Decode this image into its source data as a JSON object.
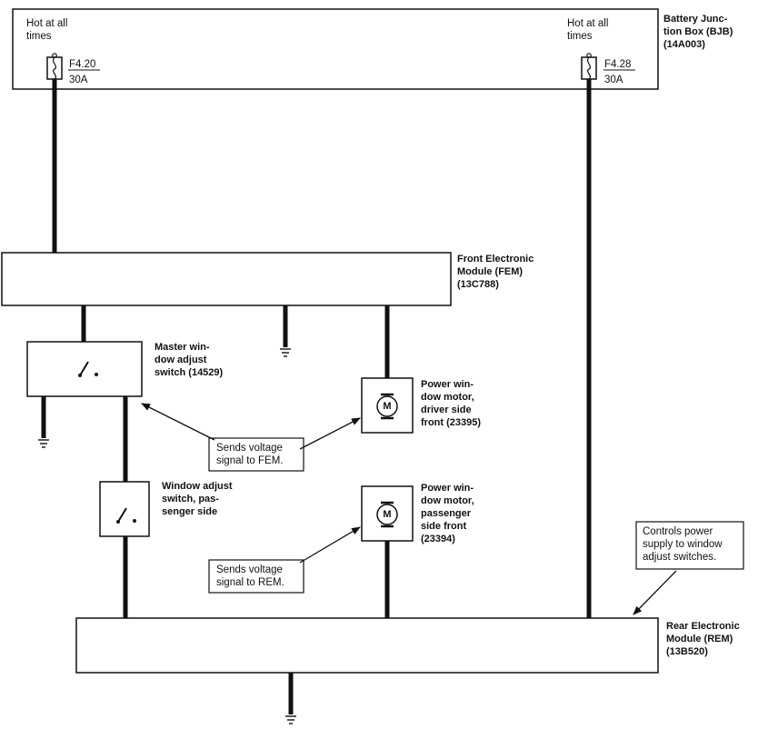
{
  "bjb": {
    "label_line1": "Battery Junc-",
    "label_line2": "tion Box (BJB)",
    "label_line3": "(14A003)",
    "hot_left_line1": "Hot at all",
    "hot_left_line2": "times",
    "hot_right_line1": "Hot at all",
    "hot_right_line2": "times",
    "fuse_left_id": "F4.20",
    "fuse_left_rating": "30A",
    "fuse_right_id": "F4.28",
    "fuse_right_rating": "30A"
  },
  "fem": {
    "label_line1": "Front Electronic",
    "label_line2": "Module (FEM)",
    "label_line3": "(13C788)"
  },
  "master_switch": {
    "label_line1": "Master win-",
    "label_line2": "dow adjust",
    "label_line3": "switch (14529)"
  },
  "motor_driver": {
    "symbol": "M",
    "label_line1": "Power win-",
    "label_line2": "dow motor,",
    "label_line3": "driver side",
    "label_line4": "front (23395)"
  },
  "callout_fem": {
    "line1": "Sends voltage",
    "line2": "signal to FEM."
  },
  "passenger_switch": {
    "label_line1": "Window adjust",
    "label_line2": "switch, pas-",
    "label_line3": "senger side"
  },
  "motor_passenger": {
    "symbol": "M",
    "label_line1": "Power win-",
    "label_line2": "dow motor,",
    "label_line3": "passenger",
    "label_line4": "side front",
    "label_line5": "(23394)"
  },
  "callout_rem": {
    "line1": "Sends voltage",
    "line2": "signal to REM."
  },
  "callout_controls": {
    "line1": "Controls power",
    "line2": "supply to window",
    "line3": "adjust switches."
  },
  "rem": {
    "label_line1": "Rear Electronic",
    "label_line2": "Module (REM)",
    "label_line3": "(13B520)"
  },
  "colors": {
    "ink": "#111111",
    "background": "#ffffff"
  }
}
